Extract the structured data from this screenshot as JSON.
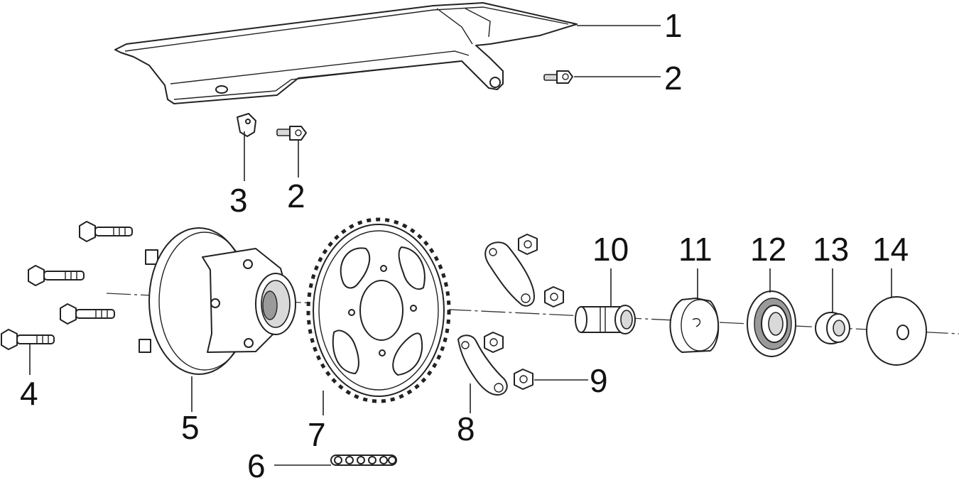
{
  "diagram": {
    "title": "Rear wheel hub, sprocket and chain guard exploded view",
    "callouts": [
      {
        "id": "c1",
        "label": "1",
        "part": "chain guard"
      },
      {
        "id": "c2a",
        "label": "2",
        "part": "bolt"
      },
      {
        "id": "c2b",
        "label": "2",
        "part": "bolt"
      },
      {
        "id": "c3",
        "label": "3",
        "part": "washer"
      },
      {
        "id": "c4",
        "label": "4",
        "part": "hub bolts"
      },
      {
        "id": "c5",
        "label": "5",
        "part": "rear hub"
      },
      {
        "id": "c6",
        "label": "6",
        "part": "drive chain"
      },
      {
        "id": "c7",
        "label": "7",
        "part": "rear sprocket"
      },
      {
        "id": "c8",
        "label": "8",
        "part": "lock plate"
      },
      {
        "id": "c9",
        "label": "9",
        "part": "nut"
      },
      {
        "id": "c10",
        "label": "10",
        "part": "spacer"
      },
      {
        "id": "c11",
        "label": "11",
        "part": "collar"
      },
      {
        "id": "c12",
        "label": "12",
        "part": "bearing"
      },
      {
        "id": "c13",
        "label": "13",
        "part": "bushing"
      },
      {
        "id": "c14",
        "label": "14",
        "part": "dust cover"
      }
    ]
  }
}
